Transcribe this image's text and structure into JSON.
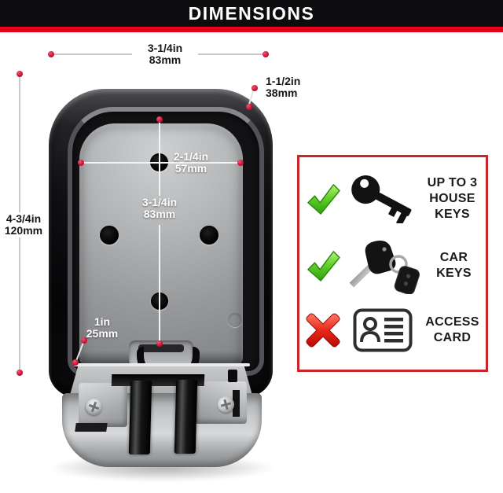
{
  "header": {
    "title": "DIMENSIONS"
  },
  "colors": {
    "header_bg": "#0d0d0f",
    "accent_red_stripe": "#e30018",
    "panel_border_red": "#c9262c",
    "marker_dot_red": "#cb0f31",
    "check_green": "#3fae12",
    "cross_red": "#d11507"
  },
  "diagram": {
    "subject": "wall-mounted key lock box shown open with mounting plate and door",
    "measurements": [
      {
        "id": "top-width",
        "in": "3-1/4in",
        "mm": "83mm"
      },
      {
        "id": "top-depth",
        "in": "1-1/2in",
        "mm": "38mm"
      },
      {
        "id": "inner-width",
        "in": "2-1/4in",
        "mm": "57mm"
      },
      {
        "id": "inner-height",
        "in": "3-1/4in",
        "mm": "83mm"
      },
      {
        "id": "outer-height",
        "in": "4-3/4in",
        "mm": "120mm"
      },
      {
        "id": "lip-depth",
        "in": "1in",
        "mm": "25mm"
      }
    ]
  },
  "capacity_panel": {
    "items": [
      {
        "allowed": true,
        "icon": "house-key-icon",
        "label_line1": "UP TO 3",
        "label_line2": "HOUSE KEYS"
      },
      {
        "allowed": true,
        "icon": "car-key-icon",
        "label_line1": "CAR KEYS",
        "label_line2": ""
      },
      {
        "allowed": false,
        "icon": "access-card-icon",
        "label_line1": "ACCESS",
        "label_line2": "CARD"
      }
    ]
  }
}
